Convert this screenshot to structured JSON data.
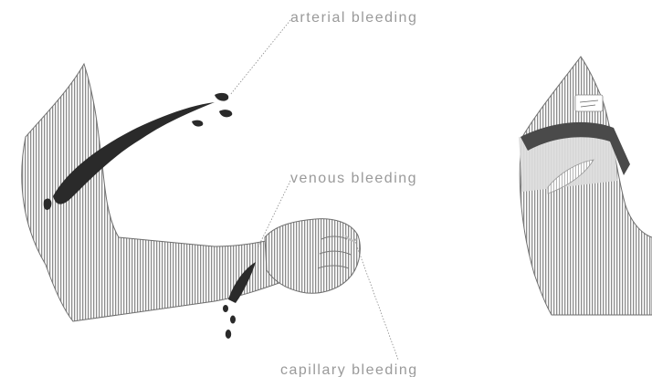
{
  "labels": {
    "arterial": "arterial bleeding",
    "venous": "venous bleeding",
    "capillary": "capillary bleeding"
  },
  "colors": {
    "label_text": "#9a9a9a",
    "skin_hatch": "#8c8c8c",
    "blood": "#2a2a2a",
    "background": "#ffffff"
  }
}
